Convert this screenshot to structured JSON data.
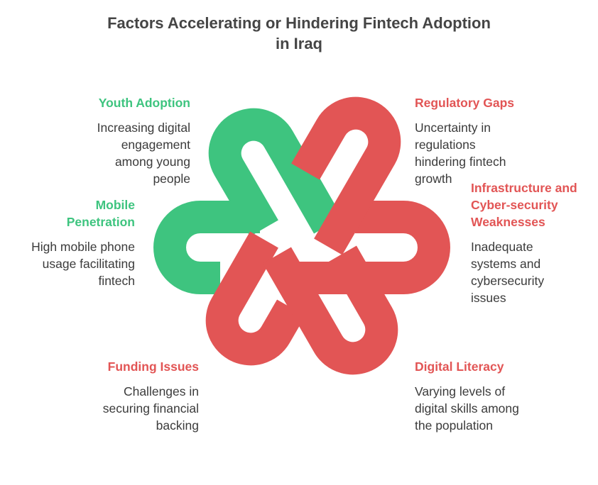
{
  "title": {
    "line1": "Factors Accelerating or Hindering Fintech Adoption",
    "line2": "in Iraq"
  },
  "colors": {
    "accelerating": "#3ec47f",
    "hindering": "#e25555",
    "text": "#3b3b3b"
  },
  "factors": [
    {
      "kind": "accelerating",
      "name": "Youth Adoption",
      "description": "Increasing digital engagement among young people"
    },
    {
      "kind": "accelerating",
      "name": "Mobile Penetration",
      "description": "High mobile phone usage facilitating fintech"
    },
    {
      "kind": "hindering",
      "name": "Funding Issues",
      "description": "Challenges in securing financial backing"
    },
    {
      "kind": "hindering",
      "name": "Regulatory Gaps",
      "description": "Uncertainty in regulations hindering fintech growth"
    },
    {
      "kind": "hindering",
      "name": "Infrastructure and Cyber-security Weaknesses",
      "description": "Inadequate systems and cybersecurity issues"
    },
    {
      "kind": "hindering",
      "name": "Digital Literacy",
      "description": "Varying levels of digital skills among the population"
    }
  ]
}
